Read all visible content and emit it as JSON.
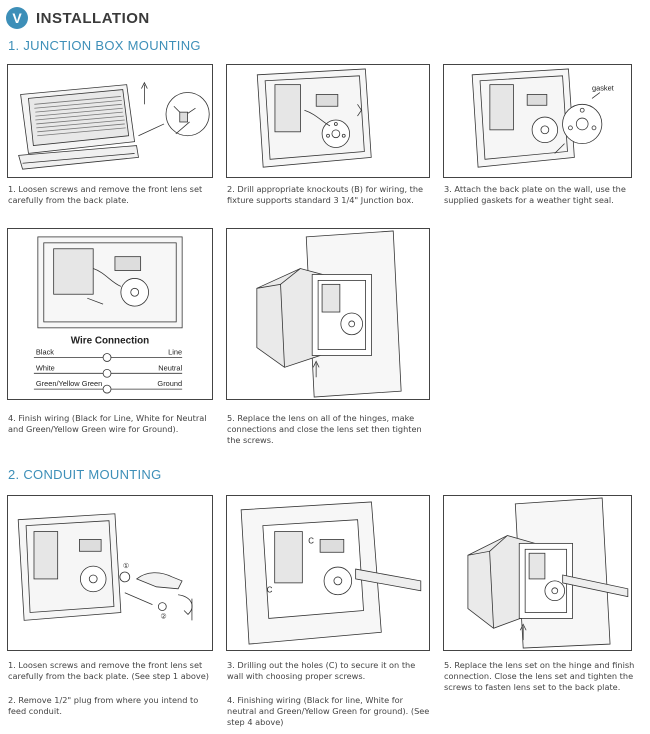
{
  "header": {
    "badge": "V",
    "title": "INSTALLATION"
  },
  "junction": {
    "title": "1. JUNCTION BOX MOUNTING",
    "steps": [
      {
        "caption": "1. Loosen screws and remove the front lens set carefully from the back plate."
      },
      {
        "caption": "2. Drill appropriate knockouts (B) for wiring, the fixture supports standard 3 1/4\" Junction box."
      },
      {
        "caption": "3. Attach the back plate on the wall, use the supplied gaskets for a weather tight seal."
      },
      {
        "caption": "4. Finish wiring (Black for Line, White for Neutral and Green/Yellow Green wire for Ground)."
      },
      {
        "caption": "5. Replace the lens on all of the hinges, make connections and close the lens set then tighten the screws."
      }
    ],
    "gasket_label": "gasket",
    "wire_connection": {
      "title": "Wire Connection",
      "rows": [
        {
          "left": "Black",
          "right": "Line"
        },
        {
          "left": "White",
          "right": "Neutral"
        },
        {
          "left": "Green/Yellow Green",
          "right": "Ground"
        }
      ]
    }
  },
  "conduit": {
    "title": "2. CONDUIT MOUNTING",
    "steps": [
      {
        "caption": "1. Loosen screws and remove the front lens set carefully from the back plate. (See step 1 above)"
      },
      {
        "caption": "2. Remove 1/2\" plug from where you intend to feed conduit."
      },
      {
        "caption": "3. Drilling out the holes (C) to secure it on the wall with choosing proper screws."
      },
      {
        "caption": "4. Finishing wiring (Black for line, White for neutral and Green/Yellow Green for ground). (See step 4 above)"
      },
      {
        "caption": "5. Replace the lens set on the hinge and finish connection. Close the lens set and tighten the screws to fasten lens set to the back plate."
      }
    ]
  }
}
